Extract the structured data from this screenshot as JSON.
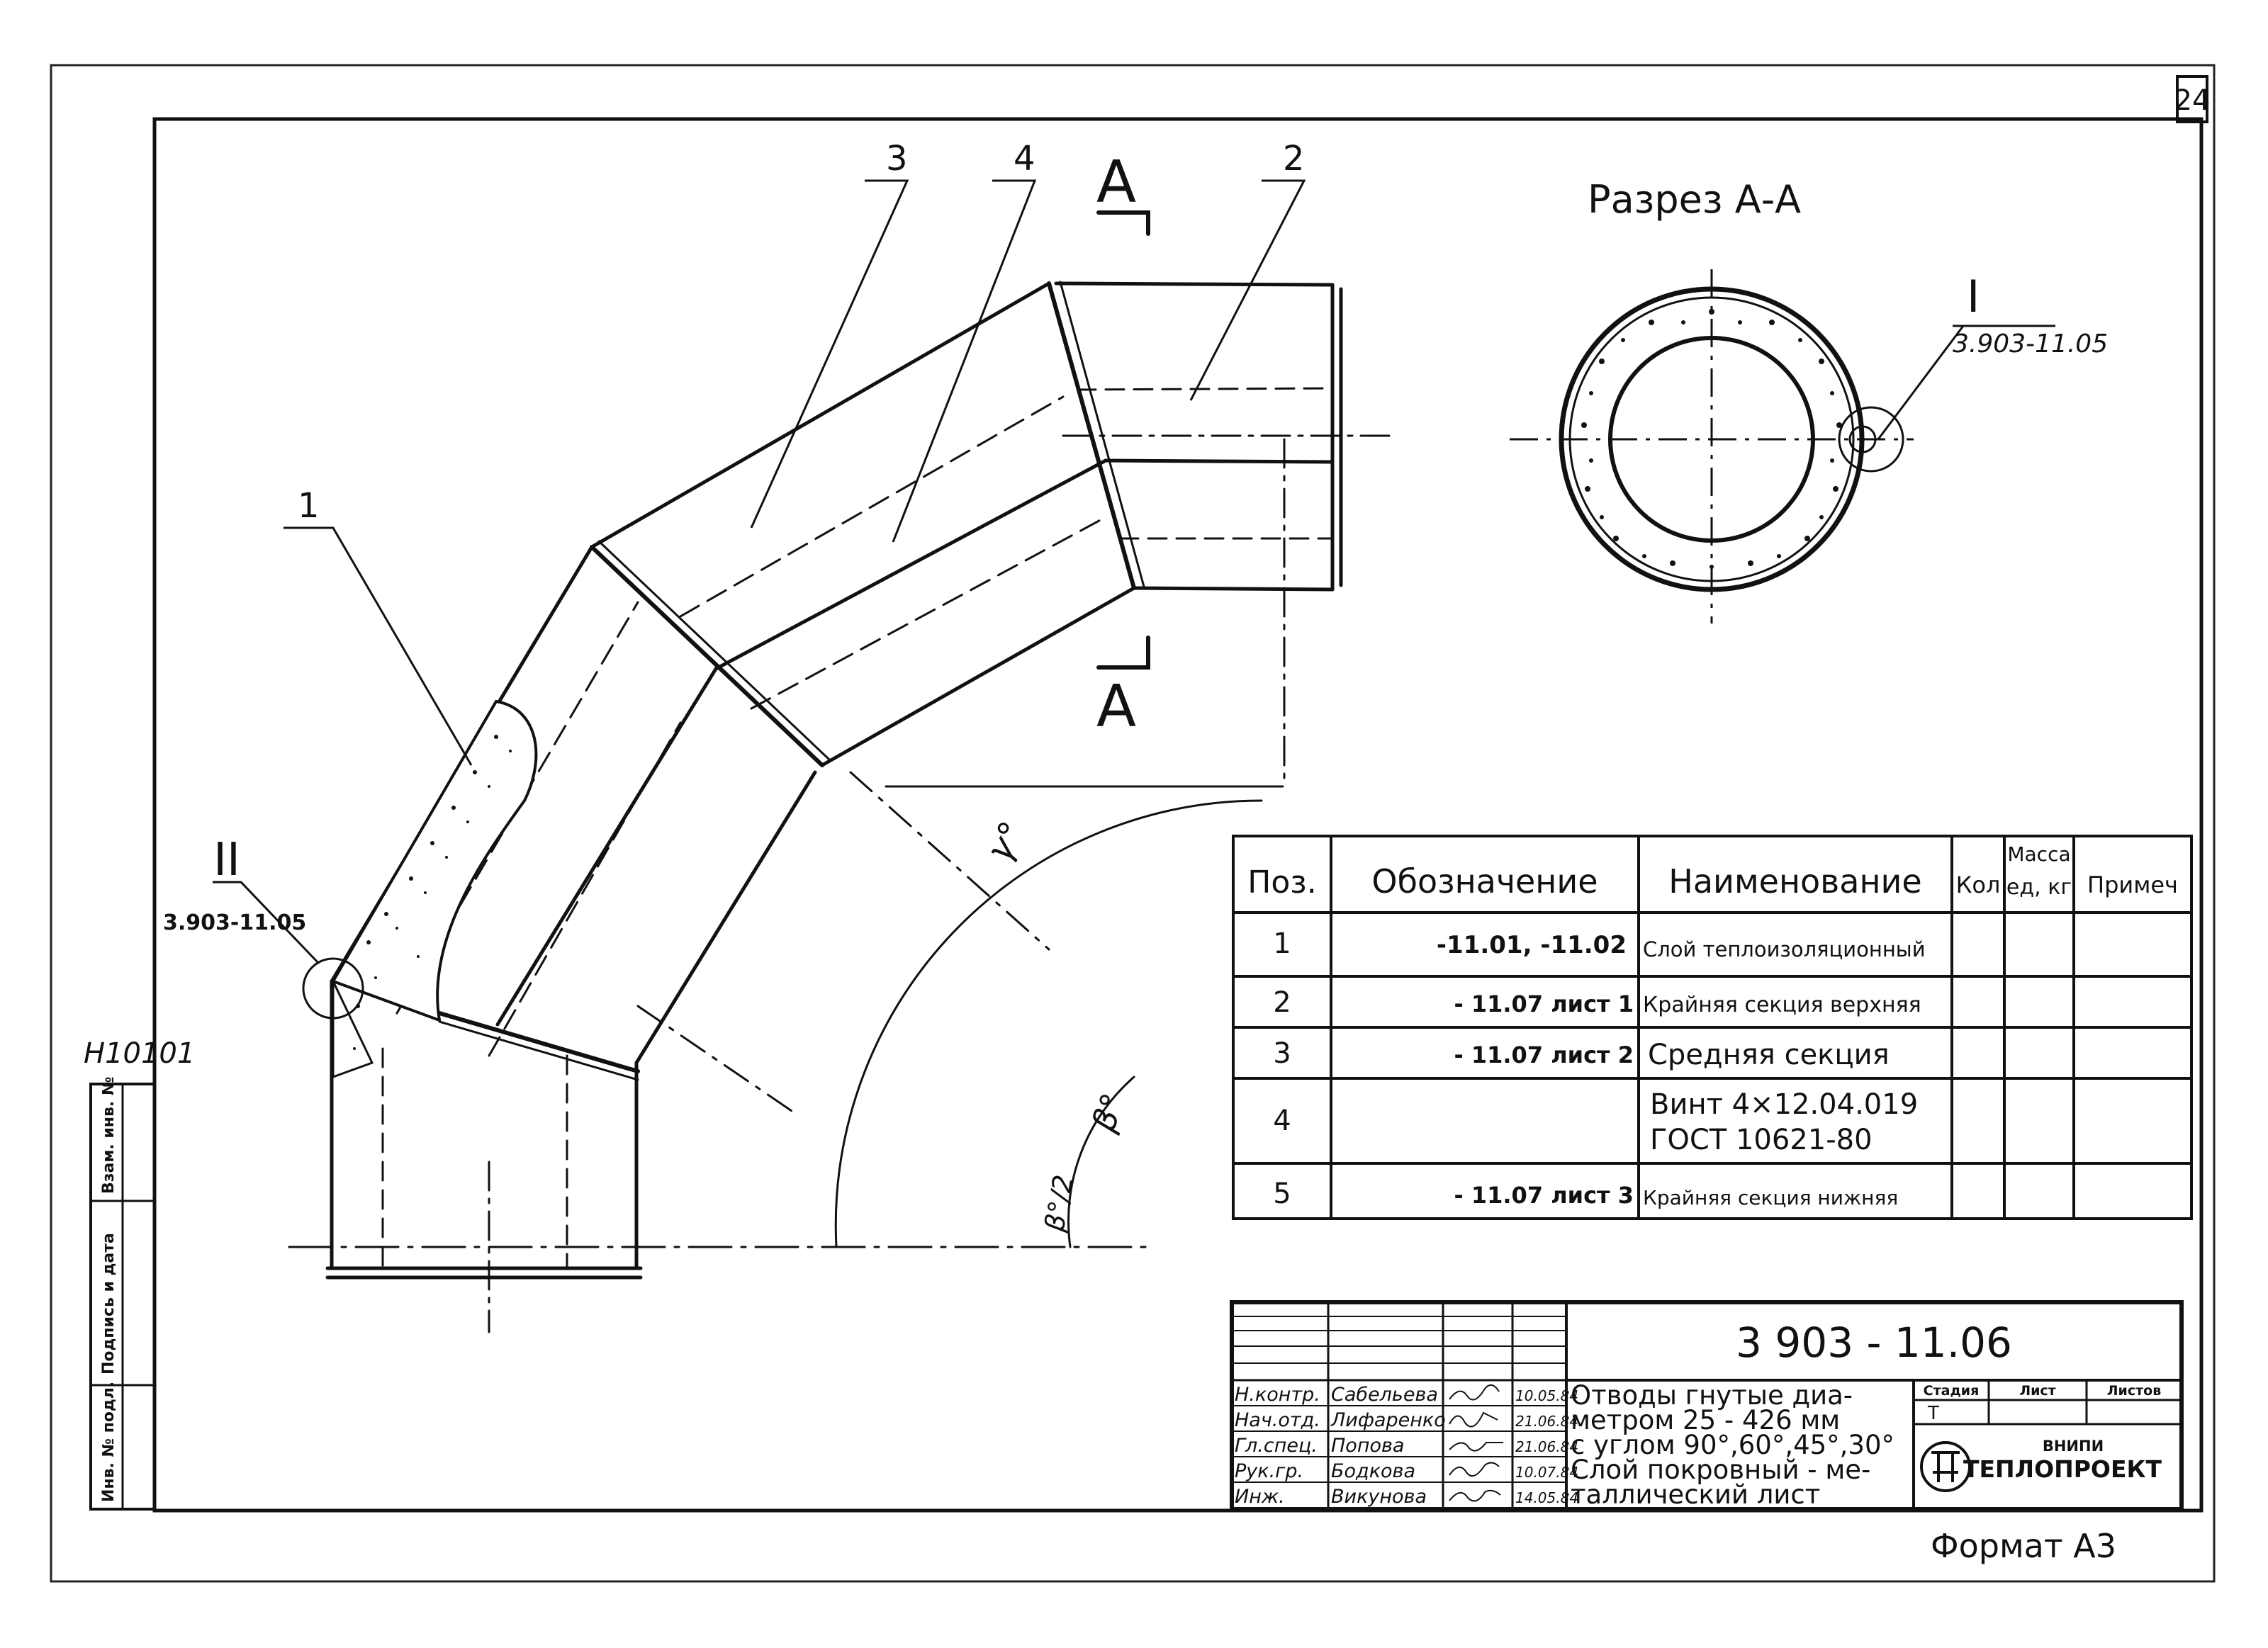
{
  "sheet_number": "24",
  "archive_code": "Н10101",
  "section_title": "Разрез А-А",
  "section_mark": "А",
  "callouts": {
    "pos1": "1",
    "pos2": "2",
    "pos3": "3",
    "pos4": "4",
    "detail1_numeral": "I",
    "detail1_ref": "3.903-11.05",
    "detail2_numeral": "II",
    "detail2_ref": "3.903-11.05"
  },
  "angles": {
    "gamma": "γ°",
    "beta": "β°",
    "beta_half": "β°/2"
  },
  "spec_table": {
    "headers": {
      "pos": "Поз.",
      "designation": "Обозначение",
      "name": "Наименование",
      "qty": "Кол",
      "mass_top": "Масса",
      "mass_bottom": "ед, кг",
      "note": "Примеч"
    },
    "rows": [
      {
        "pos": "1",
        "designation": "-11.01,          -11.02",
        "name": "Слой теплоизоляционный"
      },
      {
        "pos": "2",
        "designation": "- 11.07 лист 1",
        "name": "Крайняя секция верхняя"
      },
      {
        "pos": "3",
        "designation": "- 11.07 лист 2",
        "name": "Средняя секция"
      },
      {
        "pos": "4",
        "designation": "",
        "name": "Винт 4×12.04.019",
        "name2": "ГОСТ 10621-80"
      },
      {
        "pos": "5",
        "designation": "- 11.07 лист 3",
        "name": "Крайняя секция нижняя"
      }
    ]
  },
  "title_block": {
    "doc_code": "3 903 - 11.06",
    "signatures": [
      {
        "role": "Н.контр.",
        "name": "Сабельева",
        "date": "10.05.84"
      },
      {
        "role": "Нач.отд.",
        "name": "Лифаренко",
        "date": "21.06.84"
      },
      {
        "role": "Гл.спец.",
        "name": "Попова",
        "date": "21.06.84"
      },
      {
        "role": "Рук.гр.",
        "name": "Бодкова",
        "date": "10.07.84"
      },
      {
        "role": "Инж.",
        "name": "Викунова",
        "date": "14.05.84"
      }
    ],
    "description_lines": [
      "Отводы гнутые диа-",
      "метром 25 - 426 мм",
      "с углом 90°,60°,45°,30°",
      "Слой покровный - ме-",
      "таллический лист"
    ],
    "stage_label": "Стадия",
    "stage_value": "Т",
    "sheet_label": "Лист",
    "sheets_label": "Листов",
    "org_name_small": "ВНИПИ",
    "org_name": "ТЕПЛОПРОЕКТ"
  },
  "left_strip": [
    "Инв. № подл.",
    "Подпись и дата",
    "Взам. инв. №"
  ],
  "format_label": "Формат А3"
}
